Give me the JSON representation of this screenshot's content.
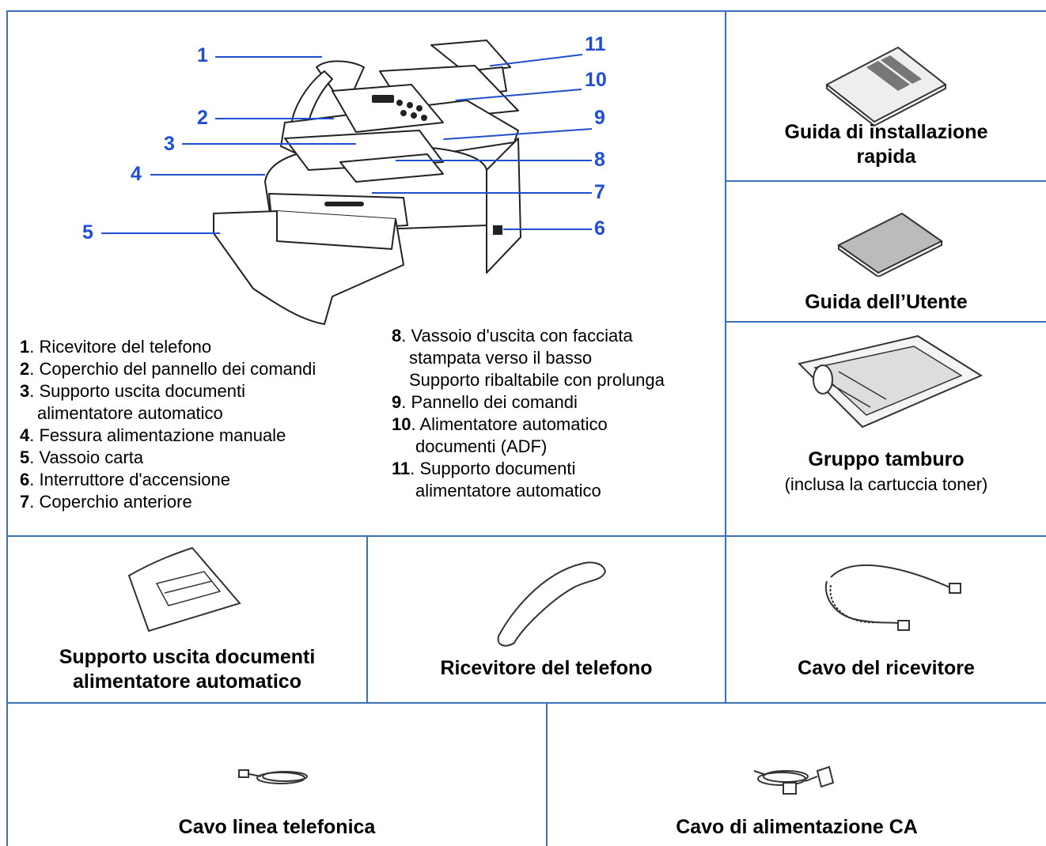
{
  "components": {
    "quick_setup_guide": {
      "line1": "Guida di installazione",
      "line2": "rapida"
    },
    "user_guide": "Guida dell’Utente",
    "drum_unit": {
      "title": "Gruppo tamburo",
      "subtitle": "(inclusa la cartuccia toner)"
    },
    "adf_support": {
      "line1": "Supporto uscita documenti",
      "line2": "alimentatore automatico"
    },
    "handset": "Ricevitore del telefono",
    "handset_cord": "Cavo del ricevitore",
    "telephone_line_cord": "Cavo linea telefonica",
    "ac_power_cord": "Cavo di alimentazione CA"
  },
  "callout_numbers": [
    "1",
    "2",
    "3",
    "4",
    "5",
    "6",
    "7",
    "8",
    "9",
    "10",
    "11"
  ],
  "parts_list": {
    "left": [
      {
        "n": "1",
        "text": ". Ricevitore del telefono"
      },
      {
        "n": "2",
        "text": ". Coperchio del pannello dei comandi"
      },
      {
        "n": "3",
        "text": ". Supporto uscita documenti",
        "cont": "alimentatore automatico"
      },
      {
        "n": "4",
        "text": ". Fessura alimentazione manuale"
      },
      {
        "n": "5",
        "text": ". Vassoio carta"
      },
      {
        "n": "6",
        "text": ". Interruttore d'accensione"
      },
      {
        "n": "7",
        "text": ". Coperchio anteriore"
      }
    ],
    "right": [
      {
        "n": "8",
        "text": ". Vassoio d'uscita con facciata",
        "cont": "stampata verso il basso",
        "cont2": "Supporto ribaltabile con prolunga"
      },
      {
        "n": "9",
        "text": ". Pannello dei comandi"
      },
      {
        "n": "10",
        "text": ". Alimentatore automatico",
        "cont": "documenti (ADF)"
      },
      {
        "n": "11",
        "text": ". Supporto documenti",
        "cont": "alimentatore automatico"
      }
    ]
  }
}
